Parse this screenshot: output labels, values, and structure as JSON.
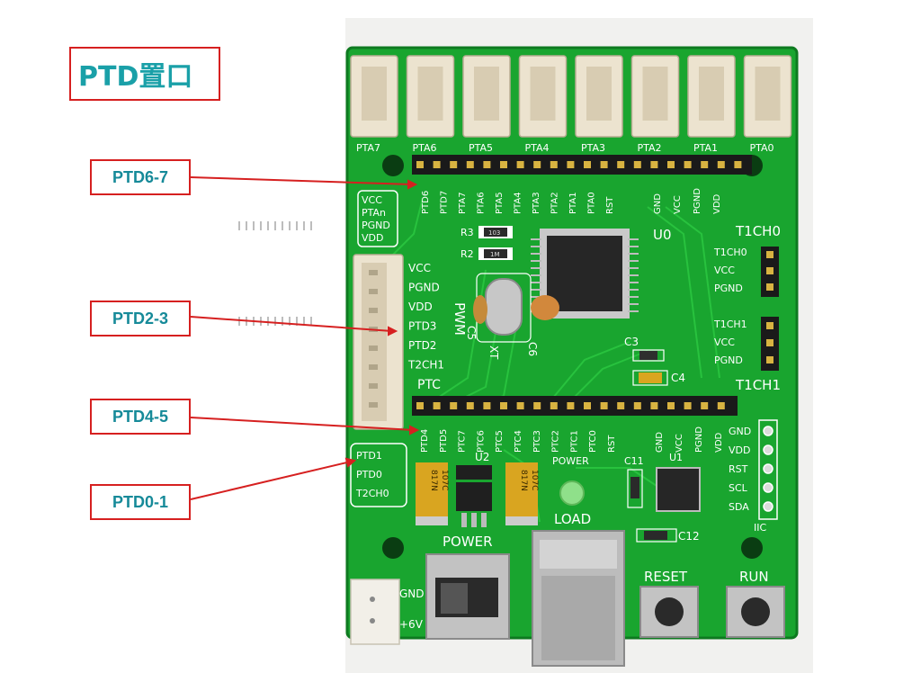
{
  "title": "PTD置口",
  "callouts": [
    {
      "id": "ptd67",
      "label": "PTD6-7"
    },
    {
      "id": "ptd23",
      "label": "PTD2-3"
    },
    {
      "id": "ptd45",
      "label": "PTD4-5"
    },
    {
      "id": "ptd01",
      "label": "PTD0-1"
    }
  ],
  "colors": {
    "board": "#19a52f",
    "board_dark": "#0e7a20",
    "accent_red": "#d62020",
    "label_teal": "#168a99"
  },
  "board": {
    "top_connectors": [
      "PTA7",
      "PTA6",
      "PTA5",
      "PTA4",
      "PTA3",
      "PTA2",
      "PTA1",
      "PTA0"
    ],
    "header_top_pins": [
      "PTD6",
      "PTD7",
      "PTA7",
      "PTA6",
      "PTA5",
      "PTA4",
      "PTA3",
      "PTA2",
      "PTA1",
      "PTA0",
      "RST",
      "GND",
      "VCC",
      "PGND",
      "VDD"
    ],
    "pwr_legend": [
      "VCC",
      "PTAn",
      "PGND",
      "VDD"
    ],
    "left_connector_pins": [
      "VCC",
      "PGND",
      "VDD",
      "PTD3",
      "PTD2",
      "T2CH1"
    ],
    "pwm": "PWM",
    "r3": "R3",
    "r2": "R2",
    "r3_value": "103",
    "r2_value": "1M",
    "u0": "U0",
    "c5": "C5",
    "c6": "C6",
    "xt": "XT",
    "c3": "C3",
    "c4": "C4",
    "t1ch0": "T1CH0",
    "t1ch0_pins": [
      "T1CH0",
      "VCC",
      "PGND"
    ],
    "t1ch1_pins": [
      "T1CH1",
      "VCC",
      "PGND"
    ],
    "t1ch1": "T1CH1",
    "ptc": "PTC",
    "header_bottom_pins": [
      "PTD4",
      "PTD5",
      "PTC7",
      "PTC6",
      "PTC5",
      "PTC4",
      "PTC3",
      "PTC2",
      "PTC1",
      "PTC0",
      "RST",
      "GND",
      "VCC",
      "PGND",
      "VDD"
    ],
    "iic_pins": [
      "GND",
      "VDD",
      "RST",
      "SCL",
      "SDA"
    ],
    "iic": "IIC",
    "ptd_legend": [
      "PTD1",
      "PTD0",
      "T2CH0"
    ],
    "u2": "U2",
    "cap_text": "107C",
    "cap_text2": "817N",
    "power_led": "POWER",
    "c11": "C11",
    "u1": "U1",
    "load": "LOAD",
    "c12": "C12",
    "power": "POWER",
    "reset": "RESET",
    "run": "RUN",
    "gnd": "GND",
    "six_v": "+6V"
  }
}
